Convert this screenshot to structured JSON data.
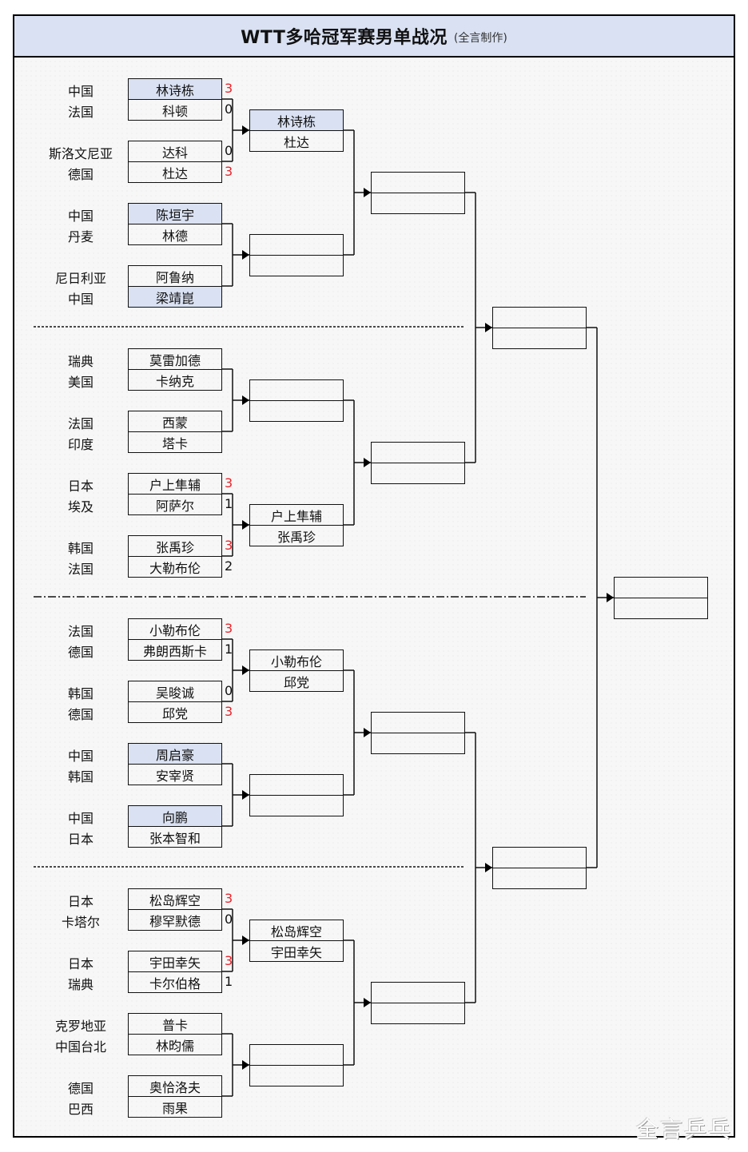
{
  "header": {
    "title": "WTT多哈冠军赛男单战况",
    "subtitle": "(全言制作)"
  },
  "watermark": "全言乒乓",
  "colors": {
    "seed_highlight": "#d9e1f2",
    "winner_score": "#e8242b",
    "line": "#111111"
  },
  "round1": [
    {
      "matches": [
        {
          "p1": {
            "country": "中国",
            "name": "林诗栋",
            "score": "3",
            "seeded": true,
            "won": true
          },
          "p2": {
            "country": "法国",
            "name": "科顿",
            "score": "0",
            "seeded": false,
            "won": false
          }
        },
        {
          "p1": {
            "country": "斯洛文尼亚",
            "name": "达科",
            "score": "0",
            "seeded": false,
            "won": false
          },
          "p2": {
            "country": "德国",
            "name": "杜达",
            "score": "3",
            "seeded": false,
            "won": true
          }
        },
        {
          "p1": {
            "country": "中国",
            "name": "陈垣宇",
            "score": "",
            "seeded": true,
            "won": false
          },
          "p2": {
            "country": "丹麦",
            "name": "林德",
            "score": "",
            "seeded": false,
            "won": false
          }
        },
        {
          "p1": {
            "country": "尼日利亚",
            "name": "阿鲁纳",
            "score": "",
            "seeded": false,
            "won": false
          },
          "p2": {
            "country": "中国",
            "name": "梁靖崑",
            "score": "",
            "seeded": true,
            "won": false
          }
        }
      ]
    },
    {
      "matches": [
        {
          "p1": {
            "country": "瑞典",
            "name": "莫雷加德",
            "score": "",
            "seeded": false,
            "won": false
          },
          "p2": {
            "country": "美国",
            "name": "卡纳克",
            "score": "",
            "seeded": false,
            "won": false
          }
        },
        {
          "p1": {
            "country": "法国",
            "name": "西蒙",
            "score": "",
            "seeded": false,
            "won": false
          },
          "p2": {
            "country": "印度",
            "name": "塔卡",
            "score": "",
            "seeded": false,
            "won": false
          }
        },
        {
          "p1": {
            "country": "日本",
            "name": "户上隼辅",
            "score": "3",
            "seeded": false,
            "won": true
          },
          "p2": {
            "country": "埃及",
            "name": "阿萨尔",
            "score": "1",
            "seeded": false,
            "won": false
          }
        },
        {
          "p1": {
            "country": "韩国",
            "name": "张禹珍",
            "score": "3",
            "seeded": false,
            "won": true
          },
          "p2": {
            "country": "法国",
            "name": "大勒布伦",
            "score": "2",
            "seeded": false,
            "won": false
          }
        }
      ]
    },
    {
      "matches": [
        {
          "p1": {
            "country": "法国",
            "name": "小勒布伦",
            "score": "3",
            "seeded": false,
            "won": true
          },
          "p2": {
            "country": "德国",
            "name": "弗朗西斯卡",
            "score": "1",
            "seeded": false,
            "won": false
          }
        },
        {
          "p1": {
            "country": "韩国",
            "name": "吴晙诚",
            "score": "0",
            "seeded": false,
            "won": false
          },
          "p2": {
            "country": "德国",
            "name": "邱党",
            "score": "3",
            "seeded": false,
            "won": true
          }
        },
        {
          "p1": {
            "country": "中国",
            "name": "周启豪",
            "score": "",
            "seeded": true,
            "won": false
          },
          "p2": {
            "country": "韩国",
            "name": "安宰贤",
            "score": "",
            "seeded": false,
            "won": false
          }
        },
        {
          "p1": {
            "country": "中国",
            "name": "向鹏",
            "score": "",
            "seeded": true,
            "won": false
          },
          "p2": {
            "country": "日本",
            "name": "张本智和",
            "score": "",
            "seeded": false,
            "won": false
          }
        }
      ]
    },
    {
      "matches": [
        {
          "p1": {
            "country": "日本",
            "name": "松岛辉空",
            "score": "3",
            "seeded": false,
            "won": true
          },
          "p2": {
            "country": "卡塔尔",
            "name": "穆罕默德",
            "score": "0",
            "seeded": false,
            "won": false
          }
        },
        {
          "p1": {
            "country": "日本",
            "name": "宇田幸矢",
            "score": "3",
            "seeded": false,
            "won": true
          },
          "p2": {
            "country": "瑞典",
            "name": "卡尔伯格",
            "score": "1",
            "seeded": false,
            "won": false
          }
        },
        {
          "p1": {
            "country": "克罗地亚",
            "name": "普卡",
            "score": "",
            "seeded": false,
            "won": false
          },
          "p2": {
            "country": "中国台北",
            "name": "林昀儒",
            "score": "",
            "seeded": false,
            "won": false
          }
        },
        {
          "p1": {
            "country": "德国",
            "name": "奥恰洛夫",
            "score": "",
            "seeded": false,
            "won": false
          },
          "p2": {
            "country": "巴西",
            "name": "雨果",
            "score": "",
            "seeded": false,
            "won": false
          }
        }
      ]
    }
  ],
  "round2": [
    [
      {
        "p1": {
          "name": "林诗栋",
          "seeded": true
        },
        "p2": {
          "name": "杜达",
          "seeded": false
        }
      },
      {
        "p1": {
          "name": "",
          "seeded": false
        },
        "p2": {
          "name": "",
          "seeded": false
        }
      }
    ],
    [
      {
        "p1": {
          "name": "",
          "seeded": false
        },
        "p2": {
          "name": "",
          "seeded": false
        }
      },
      {
        "p1": {
          "name": "户上隼辅",
          "seeded": false
        },
        "p2": {
          "name": "张禹珍",
          "seeded": false
        }
      }
    ],
    [
      {
        "p1": {
          "name": "小勒布伦",
          "seeded": false
        },
        "p2": {
          "name": "邱党",
          "seeded": false
        }
      },
      {
        "p1": {
          "name": "",
          "seeded": false
        },
        "p2": {
          "name": "",
          "seeded": false
        }
      }
    ],
    [
      {
        "p1": {
          "name": "松岛辉空",
          "seeded": false
        },
        "p2": {
          "name": "宇田幸矢",
          "seeded": false
        }
      },
      {
        "p1": {
          "name": "",
          "seeded": false
        },
        "p2": {
          "name": "",
          "seeded": false
        }
      }
    ]
  ],
  "quarterfinals": [
    {
      "p1": {
        "name": ""
      },
      "p2": {
        "name": ""
      }
    },
    {
      "p1": {
        "name": ""
      },
      "p2": {
        "name": ""
      }
    },
    {
      "p1": {
        "name": ""
      },
      "p2": {
        "name": ""
      }
    },
    {
      "p1": {
        "name": ""
      },
      "p2": {
        "name": ""
      }
    }
  ],
  "semifinals": [
    {
      "p1": {
        "name": ""
      },
      "p2": {
        "name": ""
      }
    },
    {
      "p1": {
        "name": ""
      },
      "p2": {
        "name": ""
      }
    }
  ],
  "final": {
    "p1": {
      "name": ""
    },
    "p2": {
      "name": ""
    }
  }
}
